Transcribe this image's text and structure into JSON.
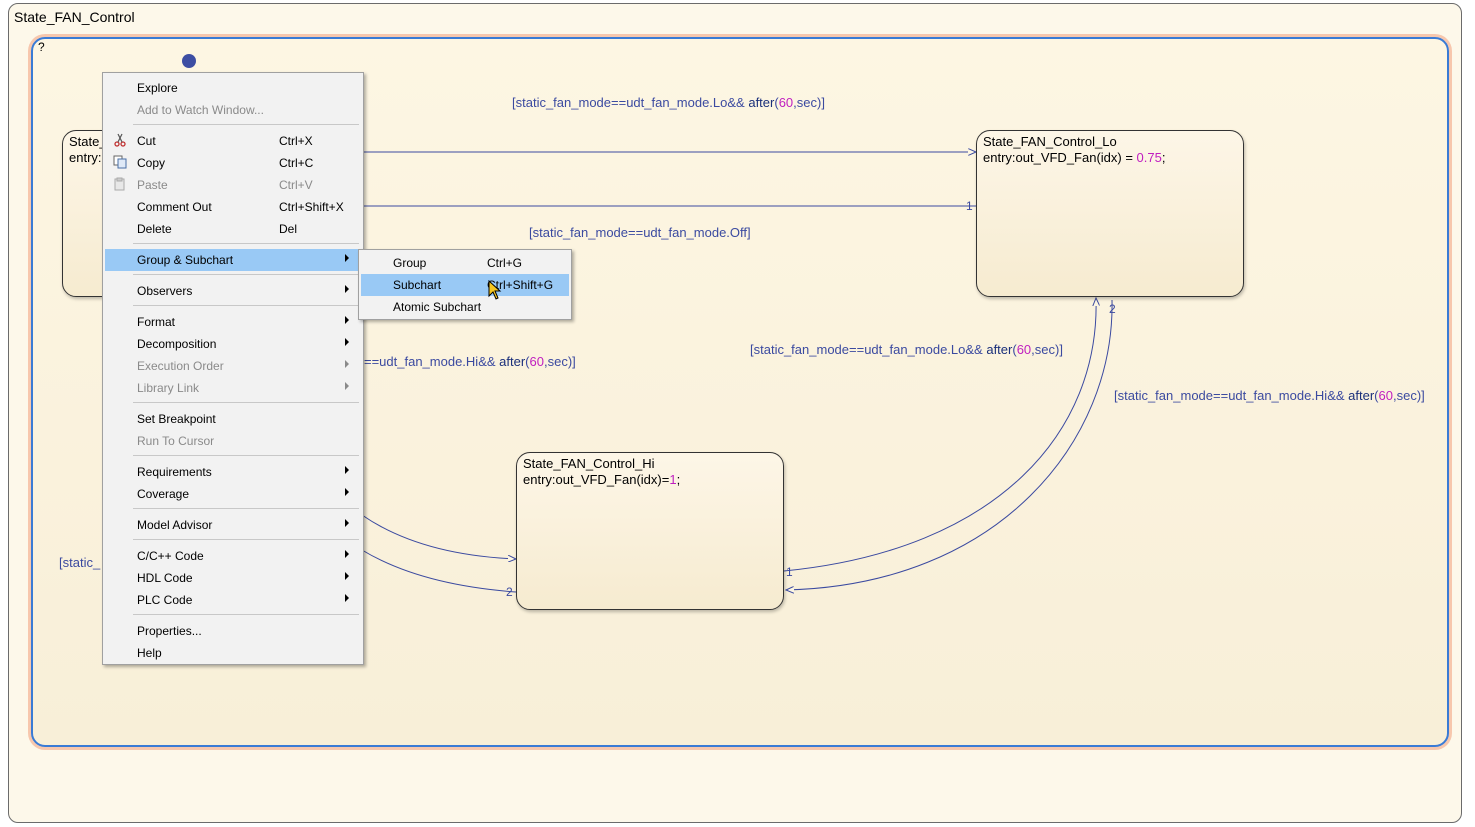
{
  "chart": {
    "outer_title": "State_FAN_Control",
    "inner_marker": "?"
  },
  "states": {
    "off_partial": {
      "name": "State_",
      "entry": "entry:"
    },
    "lo": {
      "name": "State_FAN_Control_Lo",
      "entry_prefix": "entry:out_VFD_Fan(idx) = ",
      "entry_value": "0.75",
      "entry_suffix": ";"
    },
    "hi": {
      "name": "State_FAN_Control_Hi",
      "entry_prefix": "entry:out_VFD_Fan(idx)=",
      "entry_value": "1",
      "entry_suffix": ";"
    }
  },
  "transitions": {
    "off_to_lo": {
      "pre": "[static_fan_mode==udt_fan_mode.Lo&& ",
      "kw": "after",
      "open": "(",
      "num": "60",
      "post": ",sec)]"
    },
    "lo_to_off": {
      "text": "[static_fan_mode==udt_fan_mode.Off]"
    },
    "off_to_hi": {
      "pre": "==udt_fan_mode.Hi&& ",
      "kw": "after",
      "open": "(",
      "num": "60",
      "post": ",sec)]"
    },
    "hi_to_lo": {
      "pre": "[static_fan_mode==udt_fan_mode.Lo&& ",
      "kw": "after",
      "open": "(",
      "num": "60",
      "post": ",sec)]"
    },
    "lo_to_hi": {
      "pre": "[static_fan_mode==udt_fan_mode.Hi&& ",
      "kw": "after",
      "open": "(",
      "num": "60",
      "post": ",sec)]"
    },
    "hi_to_off_partial": {
      "text": "[static_"
    }
  },
  "port_labels": {
    "lo_left_1": "1",
    "lo_bottom_2": "2",
    "hi_left_2": "2",
    "hi_right_1": "1"
  },
  "context_menu": {
    "items": [
      {
        "label": "Explore",
        "shortcut": "",
        "submenu": false,
        "disabled": false,
        "highlight": false
      },
      {
        "label": "Add to Watch Window...",
        "shortcut": "",
        "submenu": false,
        "disabled": true,
        "highlight": false
      },
      {
        "label": "Cut",
        "shortcut": "Ctrl+X",
        "submenu": false,
        "disabled": false,
        "highlight": false,
        "icon": "scissors-icon"
      },
      {
        "label": "Copy",
        "shortcut": "Ctrl+C",
        "submenu": false,
        "disabled": false,
        "highlight": false,
        "icon": "copy-icon"
      },
      {
        "label": "Paste",
        "shortcut": "Ctrl+V",
        "submenu": false,
        "disabled": true,
        "highlight": false,
        "icon": "paste-icon"
      },
      {
        "label": "Comment Out",
        "shortcut": "Ctrl+Shift+X",
        "submenu": false,
        "disabled": false,
        "highlight": false
      },
      {
        "label": "Delete",
        "shortcut": "Del",
        "submenu": false,
        "disabled": false,
        "highlight": false
      },
      {
        "label": "Group & Subchart",
        "shortcut": "",
        "submenu": true,
        "disabled": false,
        "highlight": true
      },
      {
        "label": "Observers",
        "shortcut": "",
        "submenu": true,
        "disabled": false,
        "highlight": false
      },
      {
        "label": "Format",
        "shortcut": "",
        "submenu": true,
        "disabled": false,
        "highlight": false
      },
      {
        "label": "Decomposition",
        "shortcut": "",
        "submenu": true,
        "disabled": false,
        "highlight": false
      },
      {
        "label": "Execution Order",
        "shortcut": "",
        "submenu": true,
        "disabled": true,
        "highlight": false
      },
      {
        "label": "Library Link",
        "shortcut": "",
        "submenu": true,
        "disabled": true,
        "highlight": false
      },
      {
        "label": "Set Breakpoint",
        "shortcut": "",
        "submenu": false,
        "disabled": false,
        "highlight": false
      },
      {
        "label": "Run To Cursor",
        "shortcut": "",
        "submenu": false,
        "disabled": true,
        "highlight": false
      },
      {
        "label": "Requirements",
        "shortcut": "",
        "submenu": true,
        "disabled": false,
        "highlight": false
      },
      {
        "label": "Coverage",
        "shortcut": "",
        "submenu": true,
        "disabled": false,
        "highlight": false
      },
      {
        "label": "Model Advisor",
        "shortcut": "",
        "submenu": true,
        "disabled": false,
        "highlight": false
      },
      {
        "label": "C/C++ Code",
        "shortcut": "",
        "submenu": true,
        "disabled": false,
        "highlight": false
      },
      {
        "label": "HDL Code",
        "shortcut": "",
        "submenu": true,
        "disabled": false,
        "highlight": false
      },
      {
        "label": "PLC Code",
        "shortcut": "",
        "submenu": true,
        "disabled": false,
        "highlight": false
      },
      {
        "label": "Properties...",
        "shortcut": "",
        "submenu": false,
        "disabled": false,
        "highlight": false
      },
      {
        "label": "Help",
        "shortcut": "",
        "submenu": false,
        "disabled": false,
        "highlight": false
      }
    ]
  },
  "submenu": {
    "items": [
      {
        "label": "Group",
        "shortcut": "Ctrl+G",
        "highlight": false
      },
      {
        "label": "Subchart",
        "shortcut": "Ctrl+Shift+G",
        "highlight": true
      },
      {
        "label": "Atomic Subchart",
        "shortcut": "",
        "highlight": false
      }
    ]
  },
  "colors": {
    "transition": "#3b4aa0",
    "number": "#c01fc0",
    "highlight": "#99c9f5",
    "inner_border": "#3a7bd5"
  }
}
